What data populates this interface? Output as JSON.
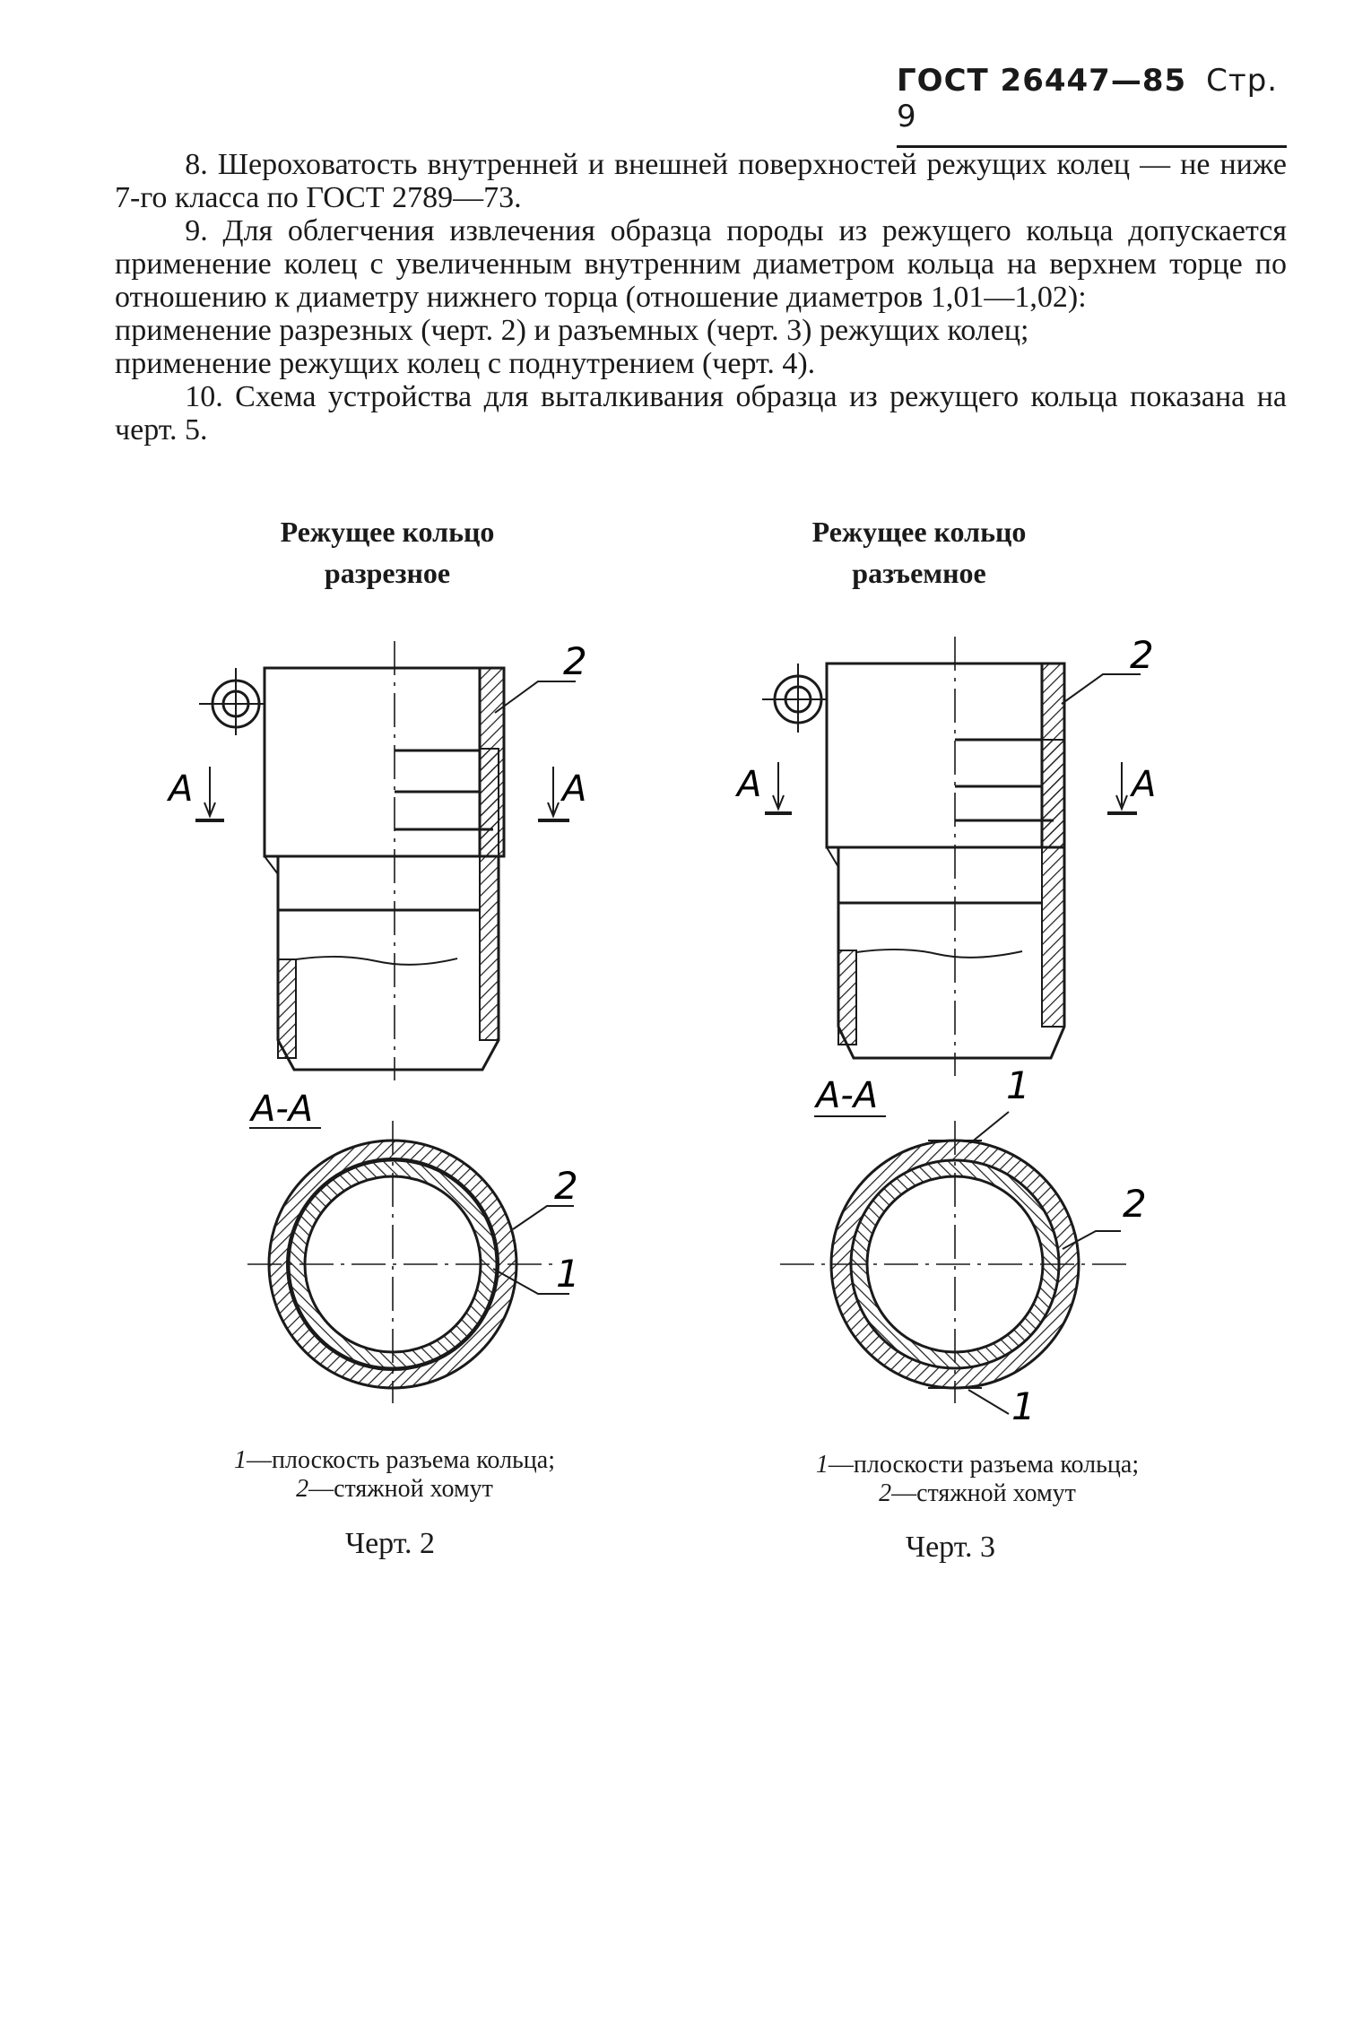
{
  "header": {
    "standard": "ГОСТ 26447—85",
    "page": "Стр. 9"
  },
  "paragraphs": {
    "p8": "8. Шероховатость внутренней и внешней поверхностей режущих колец — не ниже 7-го класса по ГОСТ 2789—73.",
    "p9": "9. Для облегчения извлечения образца породы из режущего кольца допускается применение колец с увеличенным внутренним диаметром кольца на верхнем торце по отношению к диаметру нижнего торца (отношение диаметров 1,01—1,02):",
    "p9a": "применение разрезных (черт. 2) и разъемных (черт. 3) режущих колец;",
    "p9b": "применение режущих колец с поднутрением (черт. 4).",
    "p10": "10. Схема устройства для выталкивания образца из режущего кольца показана на черт. 5."
  },
  "figure2": {
    "title_line1": "Режущее кольцо",
    "title_line2": "разрезное",
    "section_label": "A-A",
    "cut_label": "A",
    "callout_1": "1",
    "callout_2": "2",
    "legend_num1": "1",
    "legend_text1": "—плоскость разъема кольца;",
    "legend_num2": "2",
    "legend_text2": "—стяжной хомут",
    "caption": "Черт. 2"
  },
  "figure3": {
    "title_line1": "Режущее кольцо",
    "title_line2": "разъемное",
    "section_label": "A-A",
    "cut_label": "A",
    "callout_1": "1",
    "callout_2": "2",
    "legend_num1": "1",
    "legend_text1": "—плоскости разъема кольца;",
    "legend_num2": "2",
    "legend_text2": "—стяжной хомут",
    "caption": "Черт. 3"
  }
}
